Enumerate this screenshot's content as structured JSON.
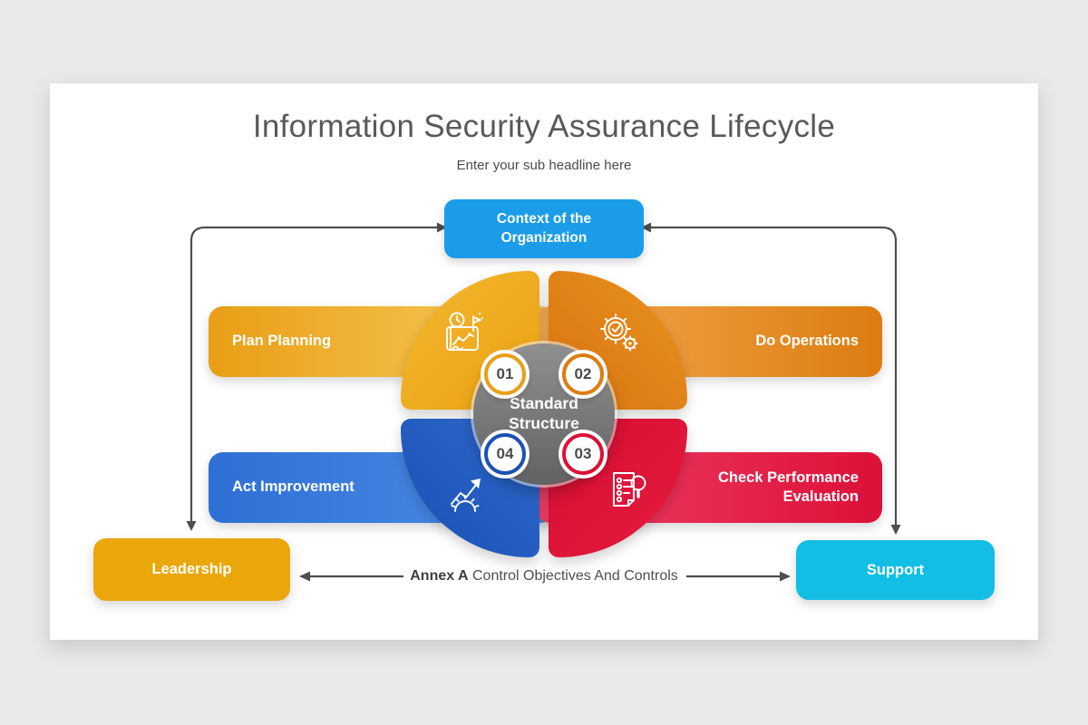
{
  "page": {
    "background": "#e9e9e9",
    "slide_background": "#ffffff"
  },
  "header": {
    "title": "Information Security Assurance Lifecycle",
    "subtitle": "Enter your sub headline here",
    "title_color": "#58595b"
  },
  "context_box": {
    "label": "Context of the Organization",
    "color": "#1b9ce8"
  },
  "center": {
    "label": "Standard Structure",
    "color_top": "#909090",
    "color_bottom": "#626262"
  },
  "steps": [
    {
      "number": "01",
      "phase": "Plan",
      "bar_label": "Plan Planning",
      "icon": "map-clock-flag-icon",
      "quadrant_color": "#efac1d",
      "bar_gradient": [
        "#e89e16",
        "#f9ce5f"
      ],
      "badge_ring_color": "#e8a01a"
    },
    {
      "number": "02",
      "phase": "Do",
      "bar_label": "Do Operations",
      "icon": "gear-check-icon",
      "quadrant_color": "#dd7f17",
      "bar_gradient": [
        "#f3ab54",
        "#dd7c10"
      ],
      "badge_ring_color": "#dd7c10"
    },
    {
      "number": "03",
      "phase": "Check",
      "bar_label": "Check Performance Evaluation",
      "icon": "document-magnifier-icon",
      "quadrant_color": "#dc1136",
      "bar_gradient": [
        "#f04168",
        "#dc1038"
      ],
      "badge_ring_color": "#dc1136"
    },
    {
      "number": "04",
      "phase": "Act",
      "bar_label": "Act Improvement",
      "icon": "growth-arrow-gear-icon",
      "quadrant_color": "#1c52b6",
      "bar_gradient": [
        "#2e6fd4",
        "#4e90e8"
      ],
      "badge_ring_color": "#1c52b6"
    }
  ],
  "bottom": {
    "left_box": {
      "label": "Leadership",
      "color": "#eaa70a"
    },
    "right_box": {
      "label": "Support",
      "color": "#12bee3"
    },
    "annex": {
      "bold": "Annex A",
      "text": " Control Objectives And Controls"
    }
  }
}
